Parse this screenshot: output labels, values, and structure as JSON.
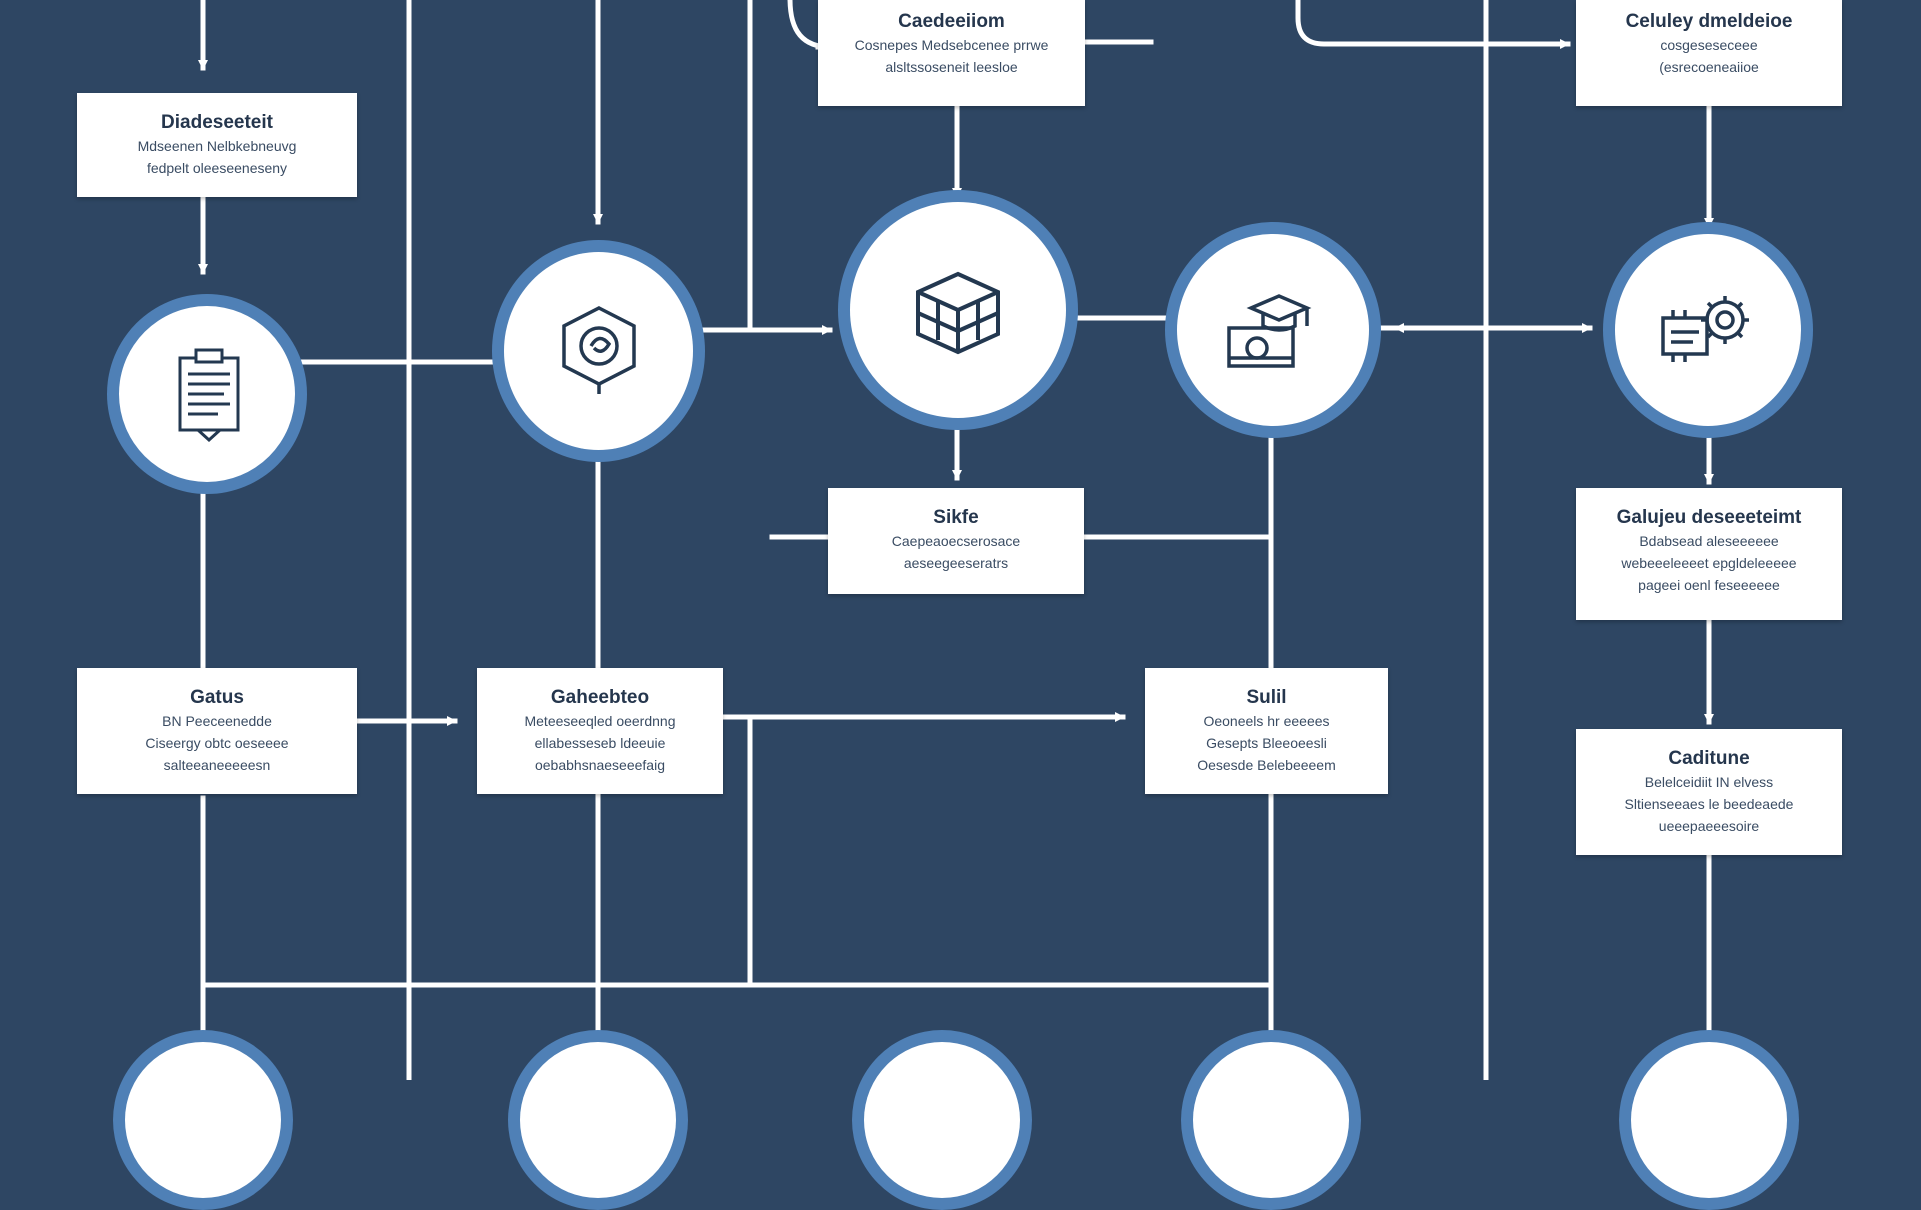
{
  "colors": {
    "background": "#2e4663",
    "node_ring": "#4f80b6",
    "wire": "#ffffff",
    "box": "#ffffff",
    "icon": "#233850"
  },
  "boxes": {
    "b1": {
      "title": "Diadeseeteit",
      "lines": [
        "Mdseenen Nelbkebneuvg",
        "fedpelt oleeseeneseny"
      ]
    },
    "b2": {
      "title": "Caedeeiiom",
      "lines": [
        "Cosnepes Medsebcenee prrwe",
        "alsltssoseneit leesloe"
      ]
    },
    "b3": {
      "title": "Celuley dmeldeioe",
      "lines": [
        "cosgeseseceee",
        "(esrecoeneaiioe"
      ]
    },
    "b4": {
      "title": "Sikfe",
      "lines": [
        "Caepeaoecserosace",
        "aeseegeeseratrs"
      ]
    },
    "b5": {
      "title": "Galujeu deseeeteimt",
      "lines": [
        "Bdabsead aleseeeeee",
        "webeeeleeeet epgldeleeeee",
        "pageei oenl feseeeeee"
      ]
    },
    "b6": {
      "title": "Gatus",
      "lines": [
        "BN Peeceenedde",
        "Ciseergy obtc oeseeee",
        "salteeaneeeeesn"
      ]
    },
    "b7": {
      "title": "Gaheebteo",
      "lines": [
        "Meteeseeqled oeerdnng",
        "ellabesseseb ldeeuie",
        "oebabhsnaeseeefaig"
      ]
    },
    "b8": {
      "title": "Sulil",
      "lines": [
        "Oeoneels hr eeeees",
        "Gesepts Bleeoeesli",
        "Oesesde Belebeeeem"
      ]
    },
    "b9": {
      "title": "Caditune",
      "lines": [
        "Belelceidiit IN elvess",
        "Sltienseeaes le beedeaede",
        "ueeepaeeesoire"
      ]
    }
  },
  "nodes": {
    "n1": "document-icon",
    "n2": "cube-eye-icon",
    "n3": "isometric-box-icon",
    "n4": "graduation-cap-icon",
    "n5": "gear-chip-icon"
  }
}
